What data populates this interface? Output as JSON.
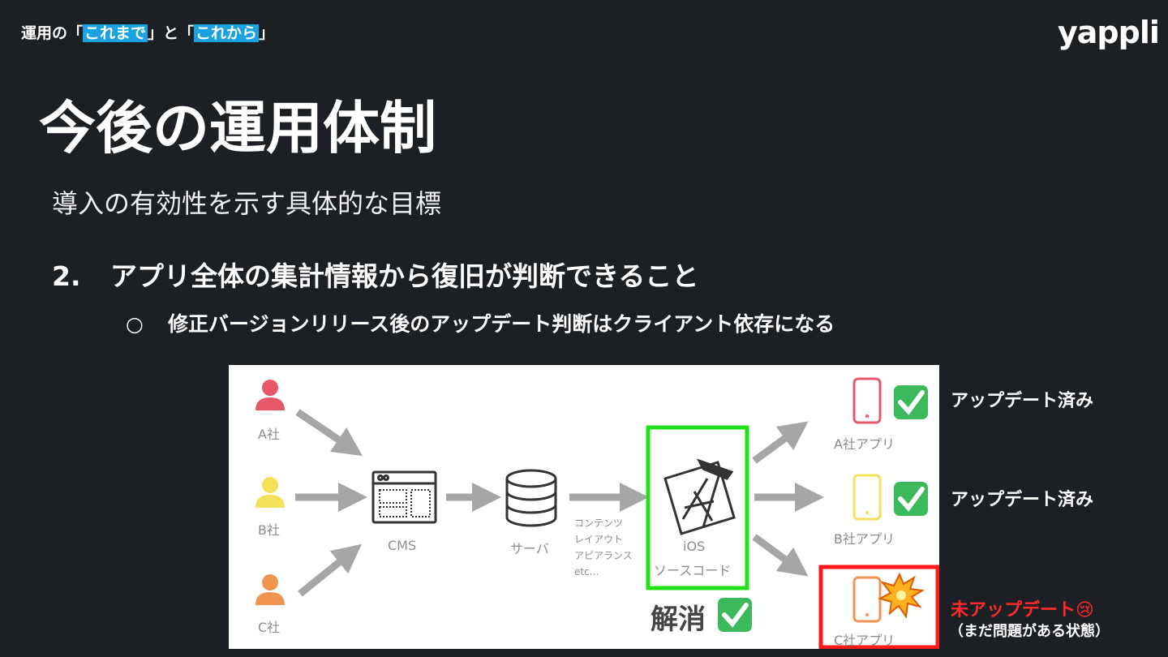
{
  "header": {
    "crumb_prefix": "運用の「",
    "crumb_hl1": "これまで",
    "crumb_mid": "」と「",
    "crumb_hl2": "これから",
    "crumb_suffix": "」",
    "logo": "yappli"
  },
  "main": {
    "title": "今後の運用体制",
    "subtitle": "導入の有効性を示す具体的な目標",
    "item_number": "2.",
    "item_text": "アプリ全体の集計情報から復旧が判断できること",
    "subitem_bullet": "○",
    "subitem_text": "修正バージョンリリース後のアップデート判断はクライアント依存になる"
  },
  "diagram": {
    "company_a": "A社",
    "company_b": "B社",
    "company_c": "C社",
    "cms": "CMS",
    "server": "サーバ",
    "content_lines": [
      "コンテンツ",
      "レイアウト",
      "アピアランス",
      "etc…"
    ],
    "ios_line1": "iOS",
    "ios_line2": "ソースコード",
    "app_a": "A社アプリ",
    "app_b": "B社アプリ",
    "app_c": "C社アプリ",
    "resolved": "解消",
    "check_glyph": "✔",
    "boom_glyph": "✸"
  },
  "status": {
    "a": "アップデート済み",
    "b": "アップデート済み",
    "c": "未アップデート",
    "c_emoji": "😢",
    "c_note": "（まだ問題がある状態）"
  },
  "colors": {
    "background": "#1c1f24",
    "highlight": "#1aa3e0",
    "person_a": "#e8566a",
    "person_b": "#f3e15a",
    "person_c": "#f0944f",
    "green_frame": "#22e01a",
    "red_frame": "#ff1a1a"
  }
}
